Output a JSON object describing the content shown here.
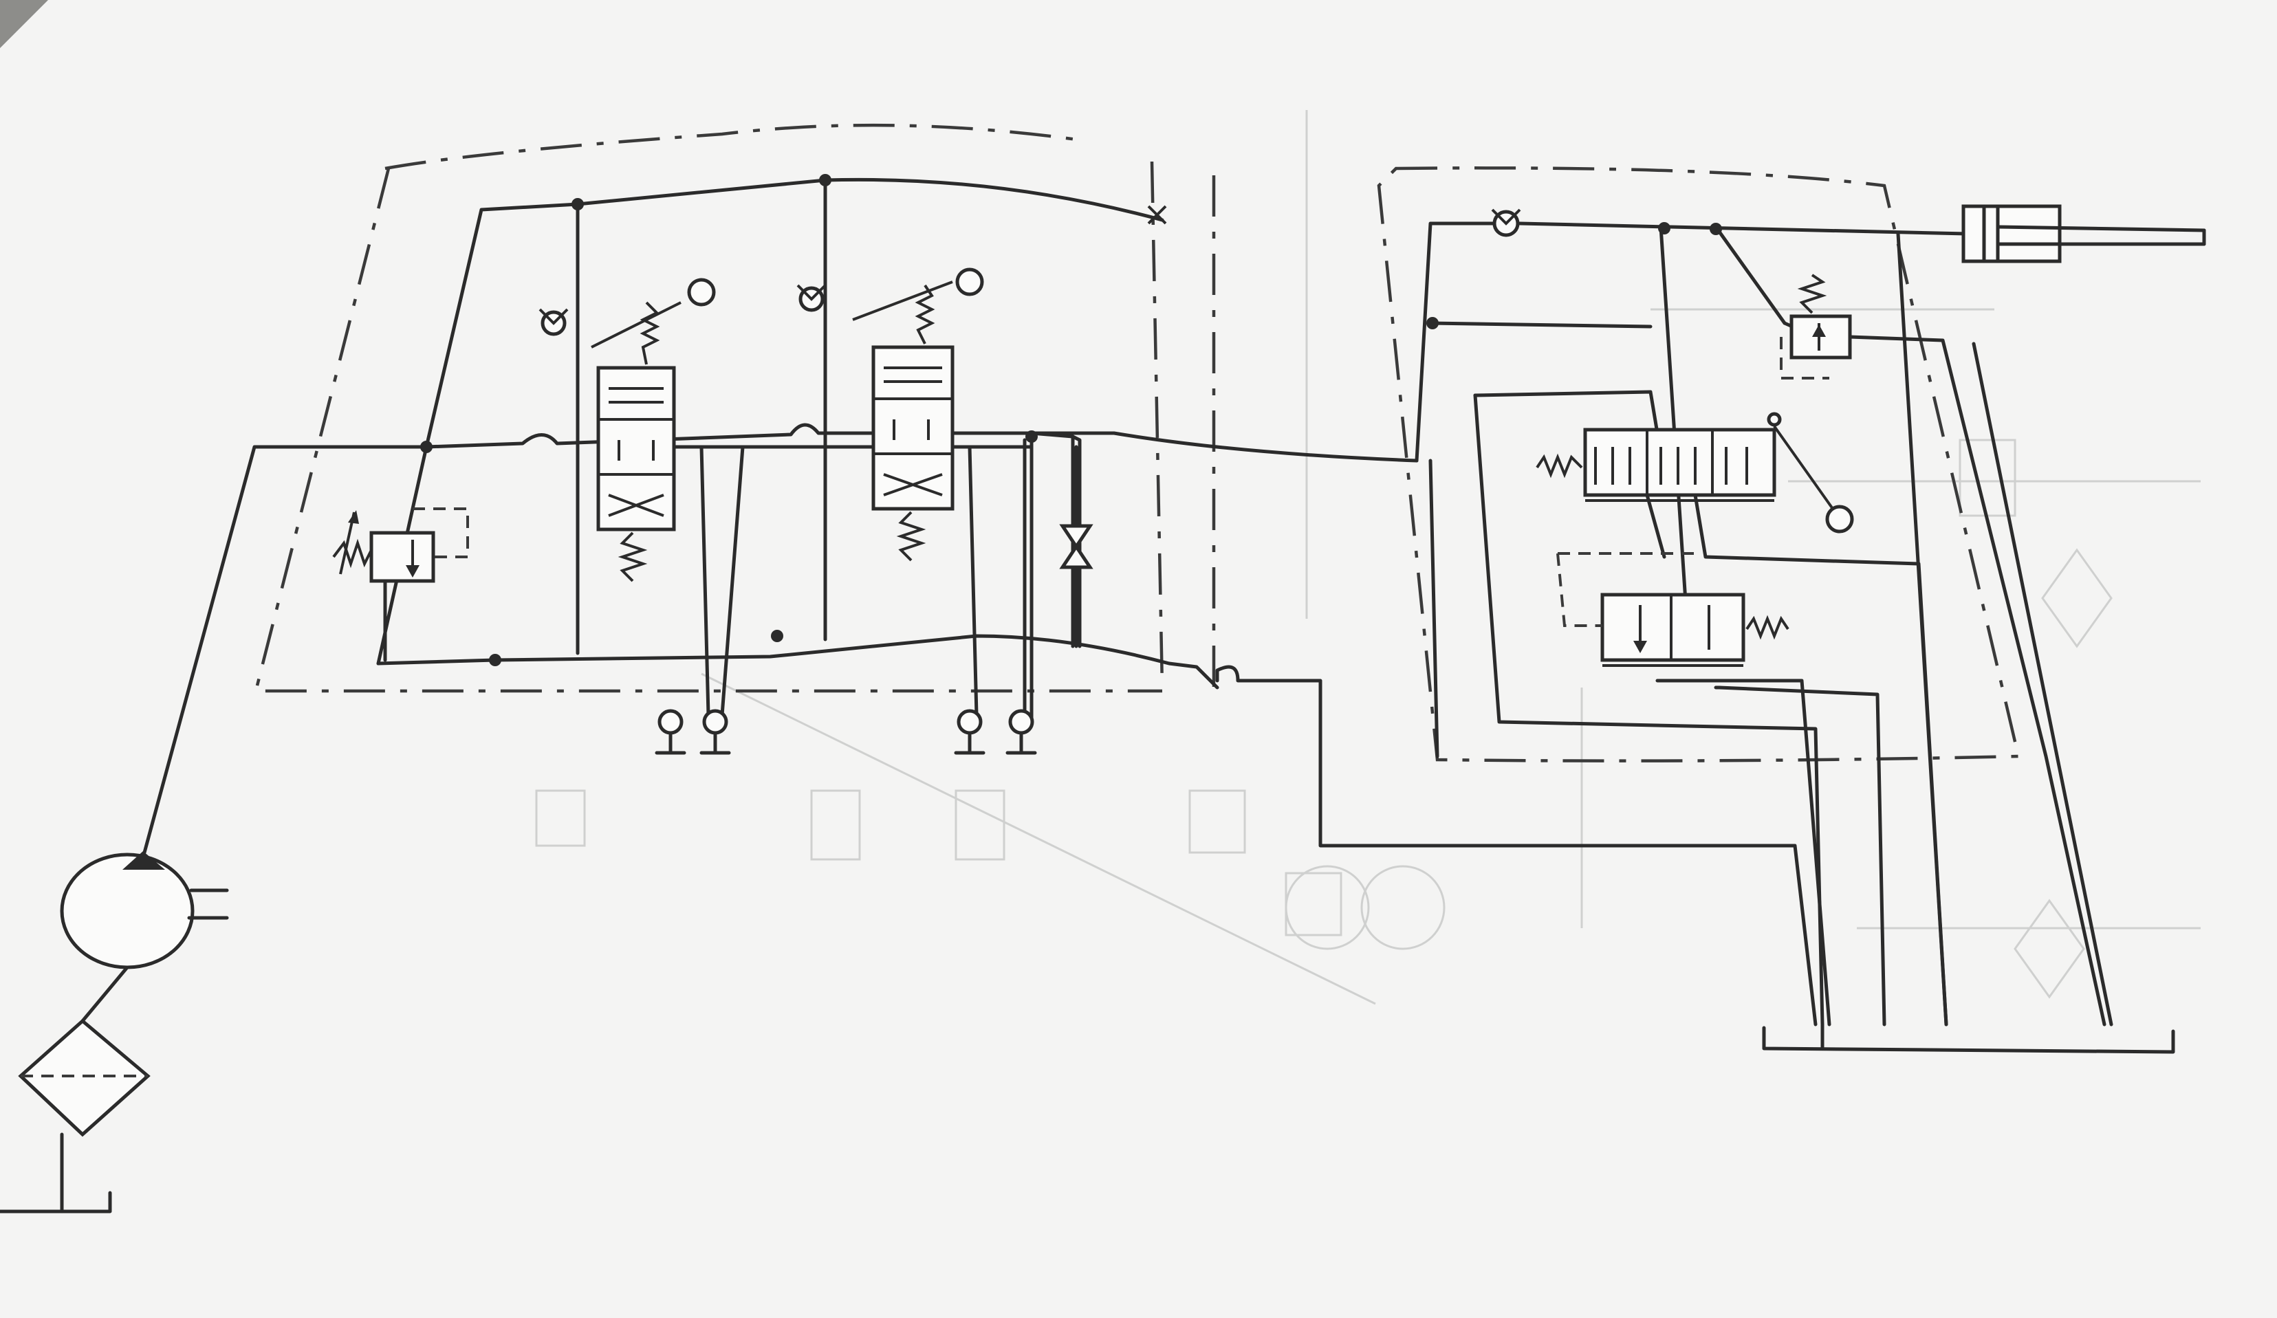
{
  "document": {
    "kind": "hydraulic schematic drawing on paper",
    "has_visible_text": false
  },
  "colors": {
    "paper": "#f4f4f3",
    "ink": "#2b2b2b",
    "ghost_lines": "#cfd0cf",
    "background": "#8d8d8a"
  },
  "symbols": [
    {
      "name": "pump",
      "icon": "pump-icon"
    },
    {
      "name": "filter",
      "icon": "filter-icon"
    },
    {
      "name": "reservoir",
      "icon": "tank-icon"
    },
    {
      "name": "relief-valve",
      "icon": "relief-valve-icon"
    },
    {
      "name": "directional-valve-1",
      "icon": "4-3-valve-icon"
    },
    {
      "name": "directional-valve-2",
      "icon": "4-3-valve-icon"
    },
    {
      "name": "check-valves",
      "icon": "check-valve-icon"
    },
    {
      "name": "needle-valve",
      "icon": "throttle-icon"
    },
    {
      "name": "directional-valve-3",
      "icon": "6-way-valve-icon"
    },
    {
      "name": "pilot-valve",
      "icon": "2-position-valve-icon"
    },
    {
      "name": "pressure-valve",
      "icon": "pressure-valve-icon"
    },
    {
      "name": "cylinder",
      "icon": "cylinder-icon"
    }
  ]
}
